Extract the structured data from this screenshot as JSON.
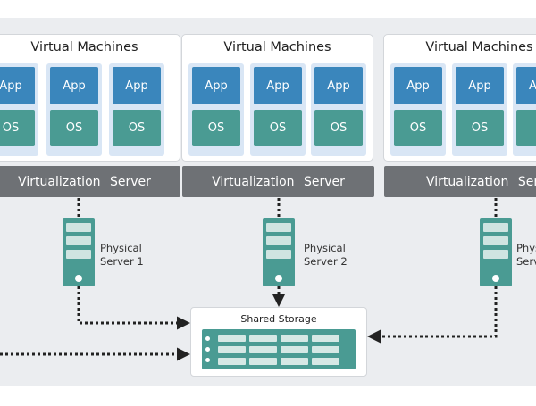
{
  "virtual_machine_groups": [
    {
      "title": "Virtual Machines",
      "vms": [
        {
          "app": "App",
          "os": "OS"
        },
        {
          "app": "App",
          "os": "OS"
        },
        {
          "app": "App",
          "os": "OS"
        }
      ]
    },
    {
      "title": "Virtual Machines",
      "vms": [
        {
          "app": "App",
          "os": "OS"
        },
        {
          "app": "App",
          "os": "OS"
        },
        {
          "app": "App",
          "os": "OS"
        }
      ]
    },
    {
      "title": "Virtual Machines",
      "vms": [
        {
          "app": "App",
          "os": "OS"
        },
        {
          "app": "App",
          "os": "OS"
        },
        {
          "app": "A"
        }
      ]
    }
  ],
  "virtualization_bars": [
    "Virtualization  Server",
    "Virtualization  Server",
    "Virtualization  Serv"
  ],
  "physical_servers": [
    {
      "line1": "Physical",
      "line2": "Server 1"
    },
    {
      "line1": "Physical",
      "line2": "Server 2"
    },
    {
      "line1": "Physi",
      "line2": "Serve"
    }
  ],
  "storage": {
    "title": "Shared Storage"
  },
  "colors": {
    "app": "#3a86bc",
    "os": "#4a9b93",
    "bar": "#6e7175",
    "server": "#4a9b93",
    "background": "#ebedf0"
  }
}
